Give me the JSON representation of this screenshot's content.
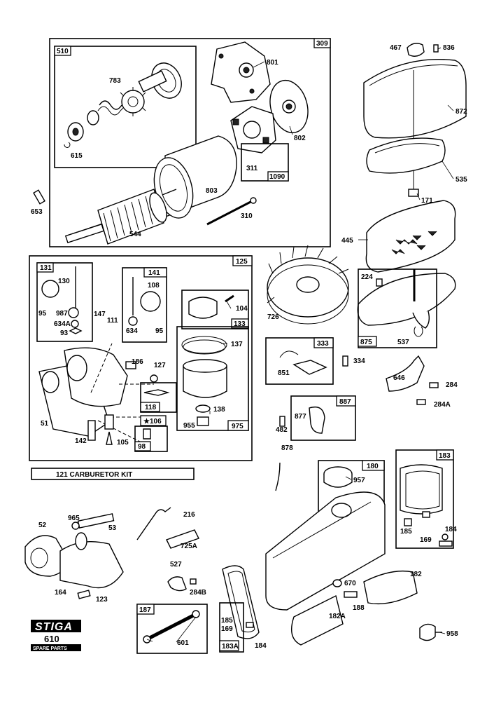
{
  "kit_label": "121 CARBURETOR KIT",
  "brand": {
    "logo_text": "STIGA",
    "model": "610",
    "caption": "SPARE PARTS"
  },
  "boxes": {
    "b309": "309",
    "b510": "510",
    "b1090": "1090",
    "b125": "125",
    "b131": "131",
    "b141": "141",
    "b133": "133",
    "b975": "975",
    "b118": "118",
    "b106": "★106",
    "b98": "98",
    "b333": "333",
    "b887": "887",
    "b875": "875",
    "b180": "180",
    "b183": "183",
    "b187": "187",
    "b183A": "183A"
  },
  "labels": {
    "p801": "801",
    "p783": "783",
    "p802": "802",
    "p615": "615",
    "p311": "311",
    "p803": "803",
    "p653": "653",
    "p310": "310",
    "p544": "544",
    "p467": "467",
    "p836": "836",
    "p872": "872",
    "p535": "535",
    "p171": "171",
    "p445": "445",
    "p224": "224",
    "p537": "537",
    "p130": "130",
    "p95a": "95",
    "p987": "987",
    "p634A": "634A",
    "p93": "93",
    "p108": "108",
    "p634": "634",
    "p95b": "95",
    "p147": "147",
    "p111": "111",
    "p104": "104",
    "p137": "137",
    "p186": "186",
    "p127": "127",
    "p51": "51",
    "p142": "142",
    "p105": "105",
    "p138": "138",
    "p955": "955",
    "p726": "726",
    "p851": "851",
    "p334": "334",
    "p646": "646",
    "p284": "284",
    "p284A": "284A",
    "p482": "482",
    "p877": "877",
    "p878": "878",
    "p957": "957",
    "p52": "52",
    "p965": "965",
    "p53": "53",
    "p216": "216",
    "p725A": "725A",
    "p527": "527",
    "p284B": "284B",
    "p164": "164",
    "p123": "123",
    "p185a": "185",
    "p169a": "169",
    "p184a": "184",
    "p182": "182",
    "p670": "670",
    "p188": "188",
    "p182A": "182A",
    "p601": "601",
    "p185b": "185",
    "p169b": "169",
    "p184b": "184",
    "p958": "958"
  }
}
